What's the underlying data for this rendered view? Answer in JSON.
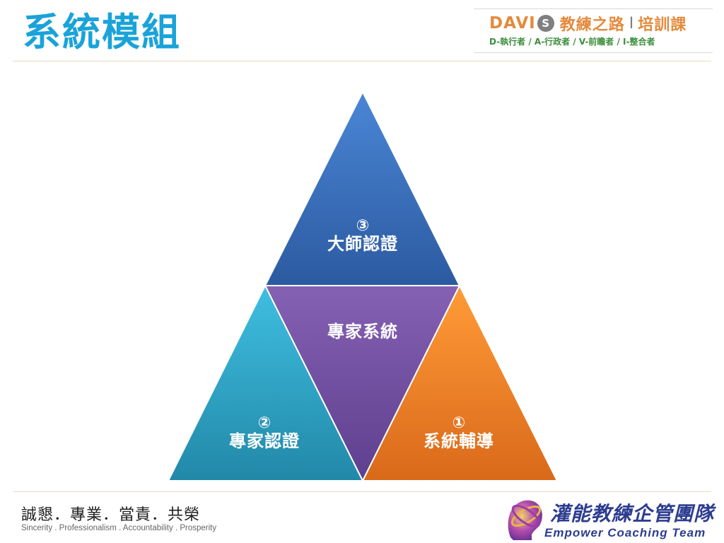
{
  "slide": {
    "title": "系統模組"
  },
  "header_logo": {
    "brand": "DAVI",
    "s_letter": "S",
    "course": "教練之路",
    "separator": "I",
    "course2": "培訓課",
    "subtitle": "D-執行者 / A-行政者 / V-前瞻者 / I-整合者"
  },
  "pyramid": {
    "top": {
      "num": "③",
      "label": "大師認證",
      "color": "#3a6fc0"
    },
    "center": {
      "label": "專家系統",
      "color": "#7a55a8"
    },
    "left": {
      "num": "②",
      "label": "專家認證",
      "color": "#2fa9c9"
    },
    "right": {
      "num": "①",
      "label": "系統輔導",
      "color": "#f08a2a"
    }
  },
  "footer": {
    "values_zh": "誠懇．專業．當責．共榮",
    "values_en": "Sincerity . Professionalism . Accountability . Prosperity"
  },
  "company_logo": {
    "name_zh": "灌能教練企管團隊",
    "name_en": "Empower Coaching Team"
  }
}
